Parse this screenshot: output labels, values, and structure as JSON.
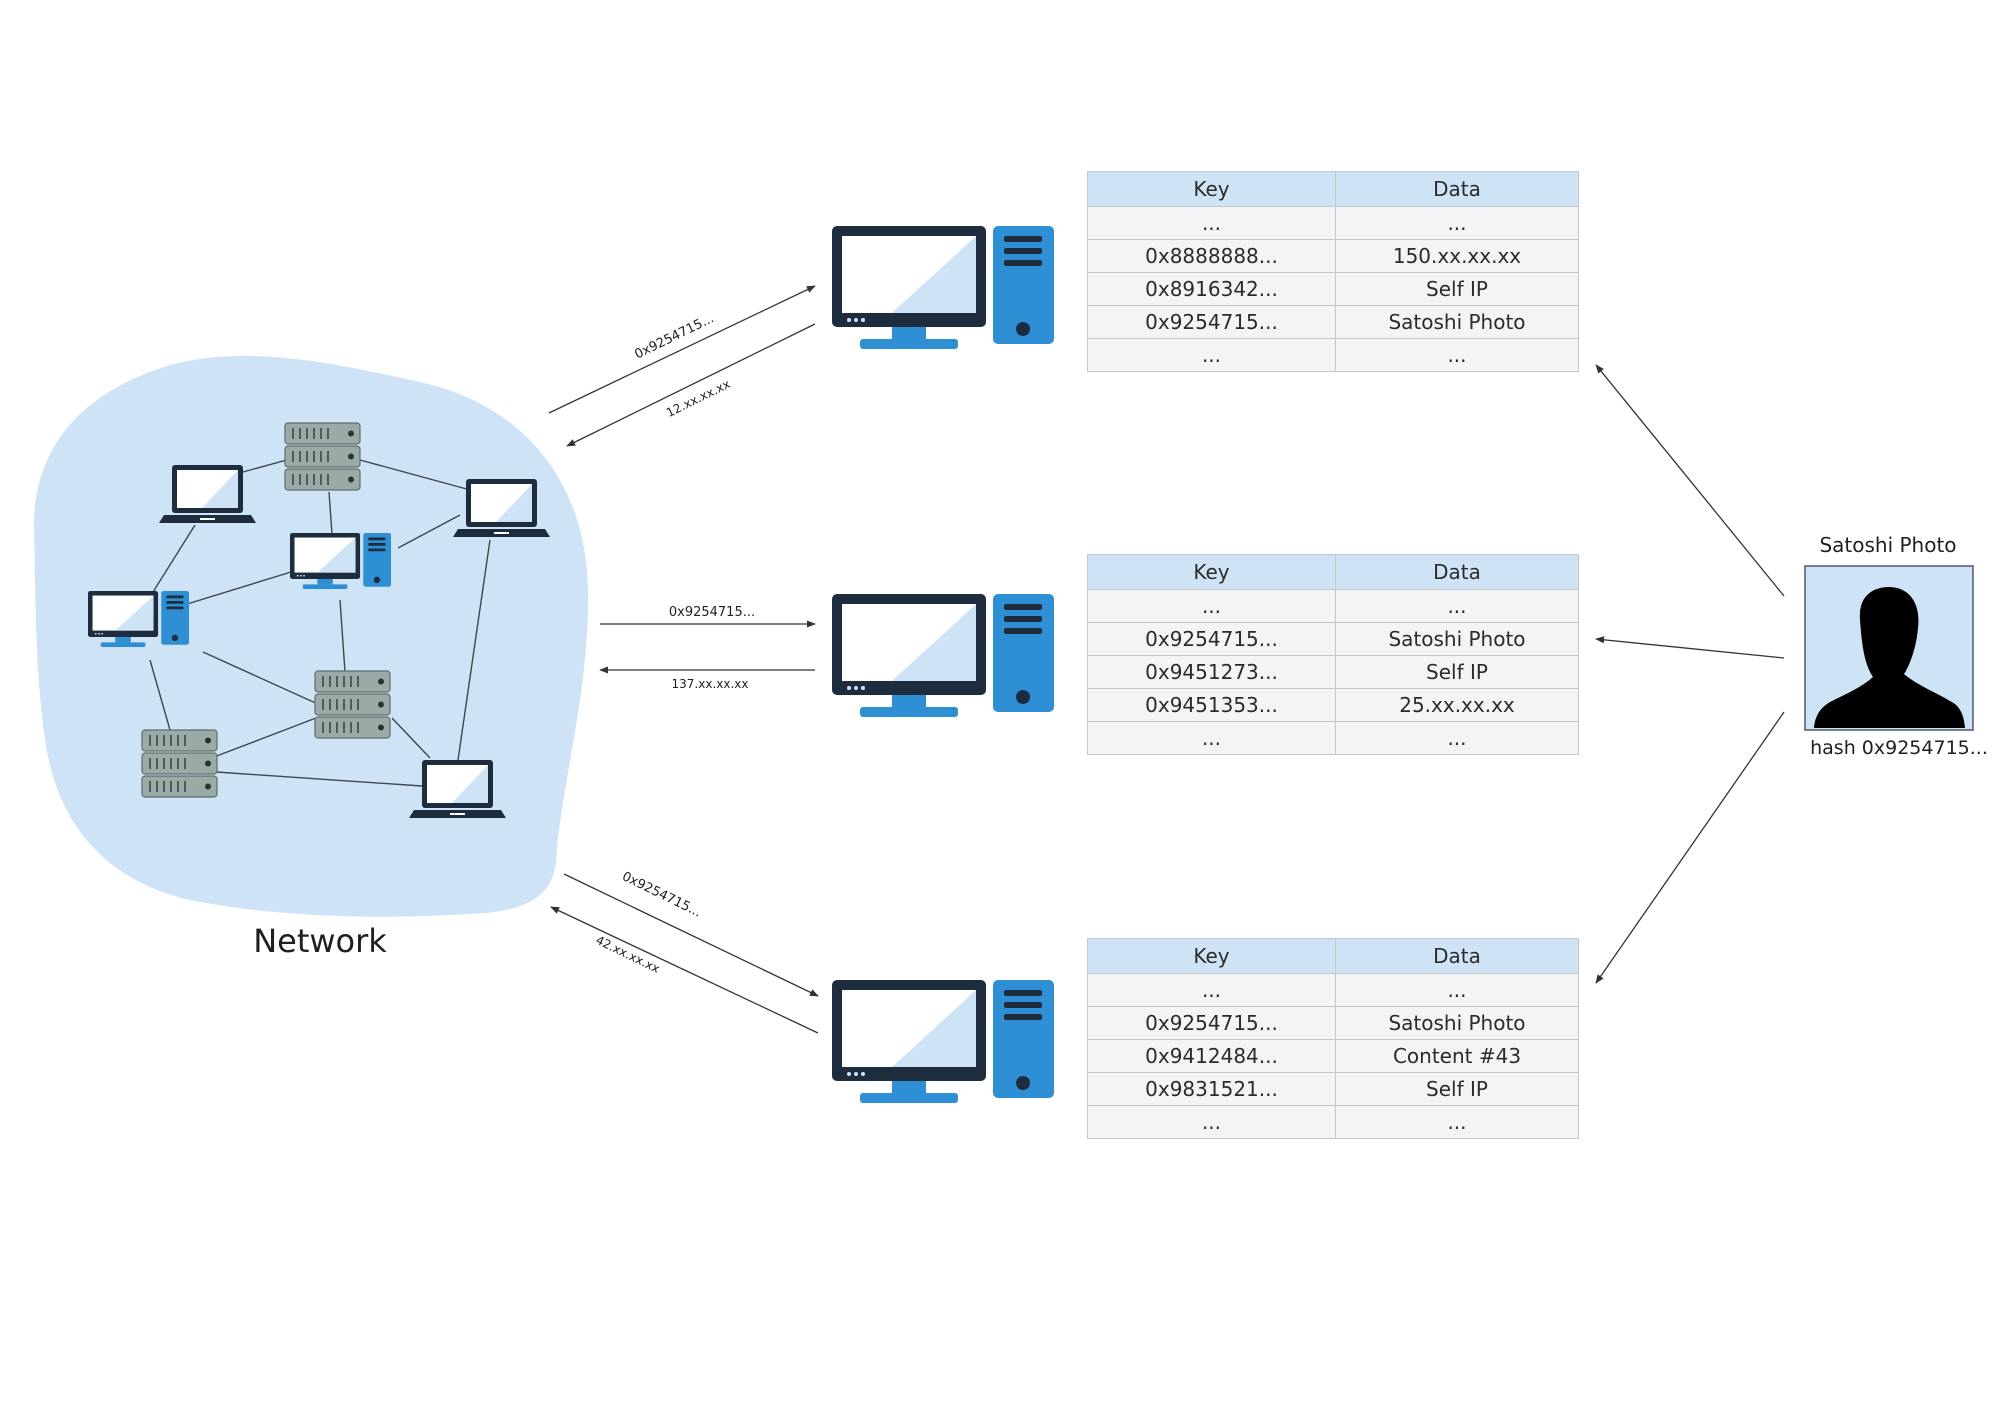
{
  "network": {
    "label": "Network"
  },
  "nodes": [
    {
      "request_label": "0x9254715...",
      "response_label": "12.xx.xx.xx",
      "table": {
        "headers": [
          "Key",
          "Data"
        ],
        "rows": [
          [
            "...",
            "..."
          ],
          [
            "0x8888888...",
            "150.xx.xx.xx"
          ],
          [
            "0x8916342...",
            "Self IP"
          ],
          [
            "0x9254715...",
            "Satoshi Photo"
          ],
          [
            "...",
            "..."
          ]
        ]
      }
    },
    {
      "request_label": "0x9254715...",
      "response_label": "137.xx.xx.xx",
      "table": {
        "headers": [
          "Key",
          "Data"
        ],
        "rows": [
          [
            "...",
            "..."
          ],
          [
            "0x9254715...",
            "Satoshi Photo"
          ],
          [
            "0x9451273...",
            "Self IP"
          ],
          [
            "0x9451353...",
            "25.xx.xx.xx"
          ],
          [
            "...",
            "..."
          ]
        ]
      }
    },
    {
      "request_label": "0x9254715...",
      "response_label": "42.xx.xx.xx",
      "table": {
        "headers": [
          "Key",
          "Data"
        ],
        "rows": [
          [
            "...",
            "..."
          ],
          [
            "0x9254715...",
            "Satoshi Photo"
          ],
          [
            "0x9412484...",
            "Content #43"
          ],
          [
            "0x9831521...",
            "Self IP"
          ],
          [
            "...",
            "..."
          ]
        ]
      }
    }
  ],
  "content": {
    "title": "Satoshi Photo",
    "hash_label": "hash 0x9254715..."
  },
  "colors": {
    "cloud": "#cfe3f6",
    "monitor_frame": "#1e2d3d",
    "screen": "#cfe3f6",
    "accent_blue": "#2f8fd4",
    "server": "#9aaaa6",
    "table_header": "#cfe3f6",
    "table_cell": "#f3f4f6"
  },
  "icons": [
    "desktop-computer-icon",
    "laptop-icon",
    "server-rack-icon",
    "person-silhouette-icon"
  ]
}
